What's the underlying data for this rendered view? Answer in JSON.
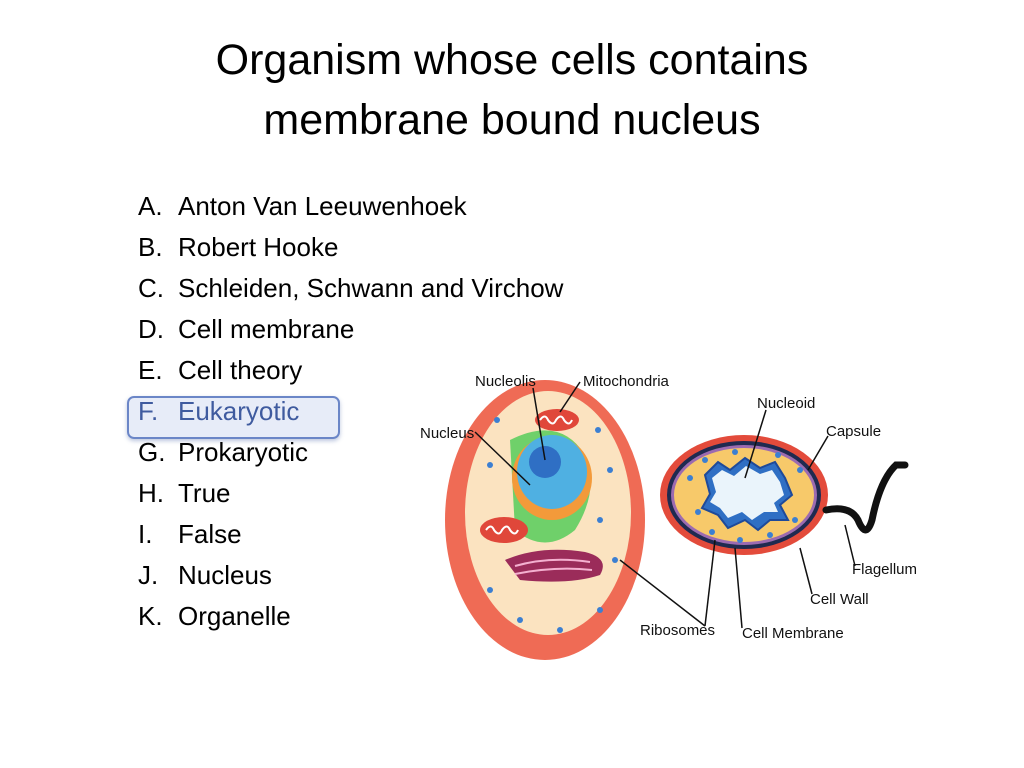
{
  "slide": {
    "title_lines": [
      "Organism whose cells contains",
      "membrane bound nucleus"
    ],
    "options": [
      {
        "letter": "A.",
        "text": "Anton Van Leeuwenhoek"
      },
      {
        "letter": "B.",
        "text": "Robert Hooke"
      },
      {
        "letter": "C.",
        "text": "Schleiden, Schwann and Virchow"
      },
      {
        "letter": "D.",
        "text": "Cell membrane"
      },
      {
        "letter": "E.",
        "text": "Cell theory"
      },
      {
        "letter": "F.",
        "text": "Eukaryotic"
      },
      {
        "letter": "G.",
        "text": "Prokaryotic"
      },
      {
        "letter": "H.",
        "text": "True"
      },
      {
        "letter": "I.",
        "text": "False"
      },
      {
        "letter": "J.",
        "text": "Nucleus"
      },
      {
        "letter": "K.",
        "text": "Organelle"
      }
    ],
    "selected_letter": "F.",
    "selection_color": "#6b86c7"
  },
  "diagram": {
    "labels": {
      "nucleolis": "Nucleolis",
      "mitochondria": "Mitochondria",
      "nucleus": "Nucleus",
      "nucleoid": "Nucleoid",
      "capsule": "Capsule",
      "flagellum": "Flagellum",
      "cell_wall": "Cell Wall",
      "ribosomes": "Ribosomes",
      "cell_membrane": "Cell Membrane"
    }
  }
}
